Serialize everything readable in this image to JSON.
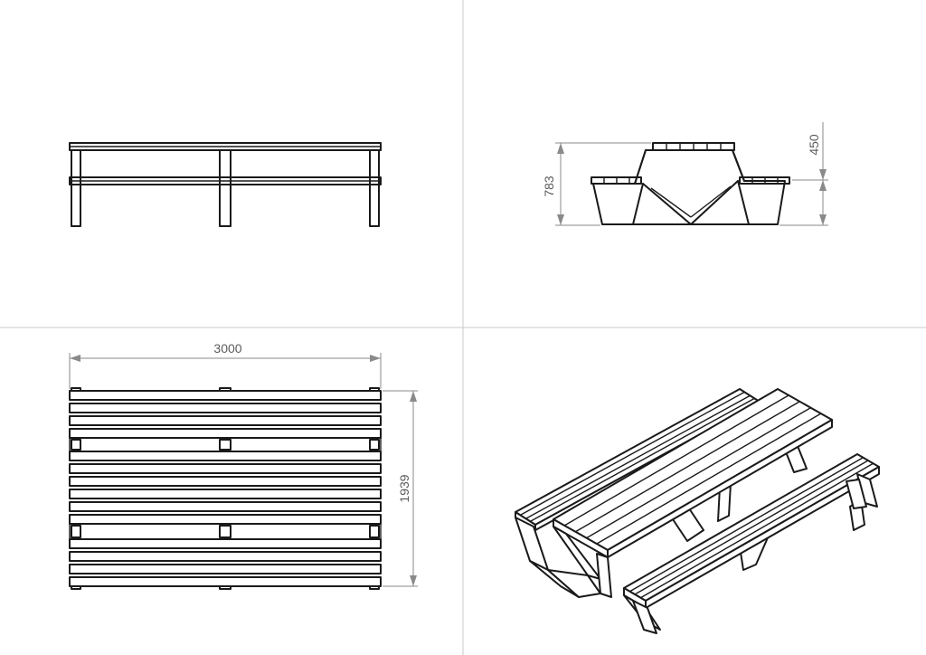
{
  "dimensions": {
    "width": "3000",
    "depth": "1939",
    "total_height": "783",
    "seat_height": "450"
  }
}
